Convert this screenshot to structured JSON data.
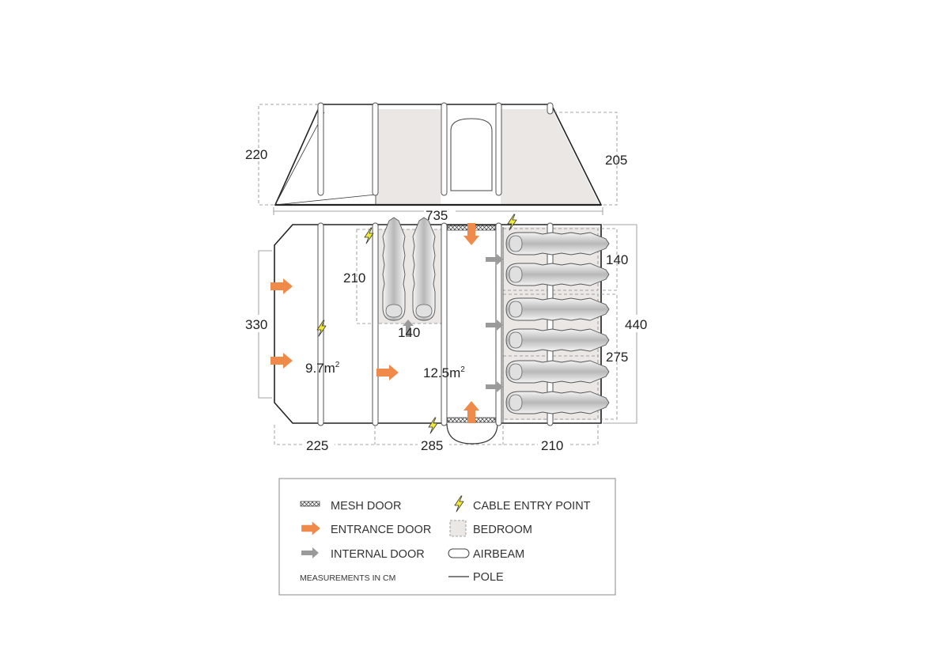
{
  "dimensions": {
    "side_height_left": "220",
    "side_height_right": "205",
    "total_length": "735",
    "total_width": "440",
    "living_width": "330",
    "left_bedroom_depth": "210",
    "left_bedroom_width": "140",
    "right_bedroom_top": "140",
    "right_bedroom_bottom": "275",
    "bottom_section_1": "225",
    "bottom_section_2": "285",
    "bottom_section_3": "210"
  },
  "areas": {
    "front_area": {
      "value": "9.7m",
      "sup": "2"
    },
    "middle_area": {
      "value": "12.5m",
      "sup": "2"
    }
  },
  "legend": {
    "mesh_door": "MESH DOOR",
    "entrance_door": "ENTRANCE DOOR",
    "internal_door": "INTERNAL DOOR",
    "measurements_note": "MEASUREMENTS IN CM",
    "cable_entry_point": "CABLE ENTRY POINT",
    "bedroom": "BEDROOM",
    "airbeam": "AIRBEAM",
    "pole": "POLE"
  },
  "colors": {
    "entrance_arrow": "#f08a4b",
    "internal_arrow": "#9a9a9a",
    "bedroom_fill": "#ebe7e4",
    "lightning": "#f2ea3a",
    "outline": "#222222"
  }
}
